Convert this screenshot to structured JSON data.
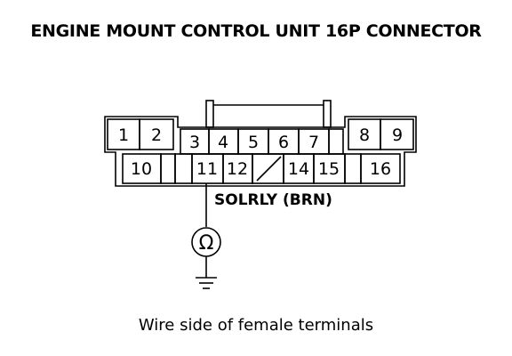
{
  "title": "ENGINE MOUNT CONTROL UNIT 16P CONNECTOR",
  "caption": "Wire side of female terminals",
  "wire_label": "SOLRLY (BRN)",
  "meter_symbol": "Ω",
  "connector": {
    "top_row": [
      "1",
      "2",
      "3",
      "4",
      "5",
      "6",
      "7",
      "8",
      "9"
    ],
    "bottom_row": [
      "10",
      "11",
      "12",
      "14",
      "15",
      "16"
    ]
  }
}
